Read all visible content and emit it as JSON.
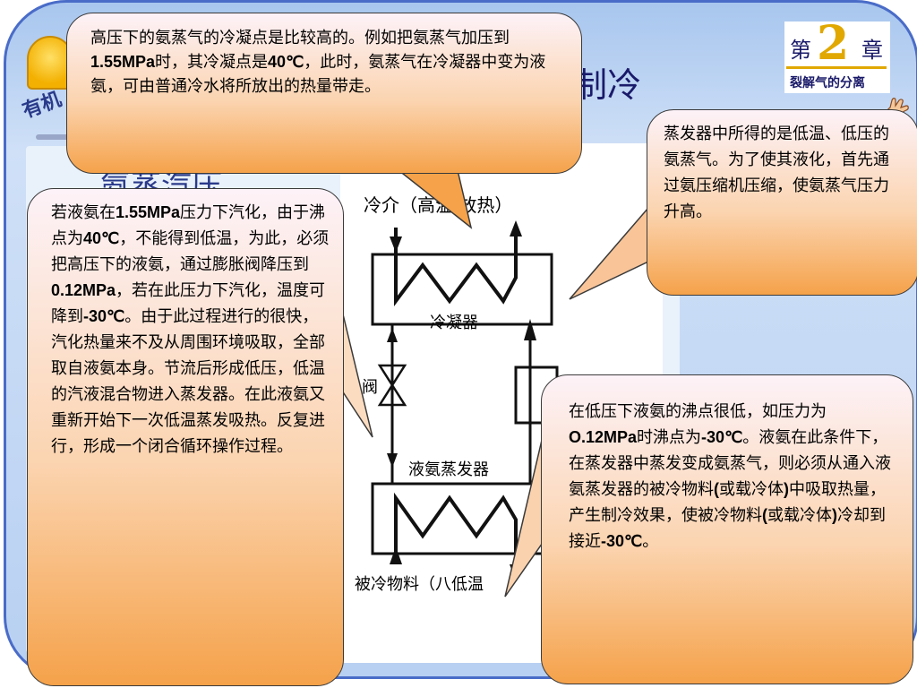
{
  "header": {
    "side_label": "有机",
    "title_tail": "制冷",
    "subtitle_fragment": "氨蒸汽压"
  },
  "chapter": {
    "prefix": "第",
    "number": "2",
    "suffix": "章",
    "subtitle": "裂解气的分离"
  },
  "diagram": {
    "top_label": "冷介（高温 放热）",
    "condenser_label": "冷凝器",
    "valve_label": "阀",
    "evaporator_label": "液氨蒸发器",
    "bottom_label": "被冷物料（八低温"
  },
  "callouts": {
    "condensation": {
      "pre": "高压下的氨蒸气的冷凝点是比较高的。例如把氨蒸气加压到",
      "v1": "1.55MPa",
      "mid": "时，其冷凝点是",
      "v2": "40℃",
      "post": "，此时，氨蒸气在冷凝器中变为液氨，可由普通冷水将所放出的热量带走。"
    },
    "compression": {
      "text": "蒸发器中所得的是低温、低压的氨蒸气。为了使其液化，首先通过氨压缩机压缩，使氨蒸气压力升高。"
    },
    "expansion": {
      "p1": "若液氨在",
      "v1": "1.55MPa",
      "p2": "压力下汽化，由于沸点为",
      "v2": "40℃",
      "p3": "，不能得到低温，为此，必须把高压下的液氨，通过膨胀阀降压到",
      "v3": "0.12MPa",
      "p4": "，若在此压力下汽化，温度可降到",
      "v4": "-30℃",
      "p5": "。由于此过程进行的很快，汽化热量来不及从周围环境吸取，全部取自液氨本身。节流后形成低压，低温的汽液混合物进入蒸发器。在此液氨又重新开始下一次低温蒸发吸热。反复进行，形成一个闭合循环操作过程。"
    },
    "evaporation": {
      "p1": "在低压下液氨的沸点很低，如压力为",
      "v1": "O.12MPa",
      "p2": "时沸点为",
      "v2": "-30℃",
      "p3": "。液氨在此条件下，在蒸发器中蒸发变成氨蒸气，则必须从通入液氨蒸发器的被冷物料",
      "v3": "(",
      "p4": "或载冷体",
      "v4": ")",
      "p5": "中吸取热量，产生制冷效果，使被冷物料",
      "v5": "(",
      "p6": "或载冷体",
      "v6": ")",
      "p7": "冷却到接近",
      "v7": "-30℃",
      "p8": "。"
    }
  },
  "colors": {
    "frame_border": "#4a6cc8",
    "callout_top": "#fdf2f8",
    "callout_bottom": "#f5a24a",
    "chapter_accent": "#e0a800"
  }
}
